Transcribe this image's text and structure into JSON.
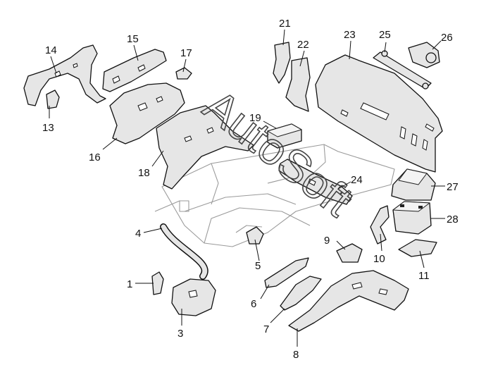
{
  "diagram": {
    "watermark": "AutoSoft",
    "callouts": [
      {
        "id": "1",
        "label": "1"
      },
      {
        "id": "3",
        "label": "3"
      },
      {
        "id": "4",
        "label": "4"
      },
      {
        "id": "5",
        "label": "5"
      },
      {
        "id": "6",
        "label": "6"
      },
      {
        "id": "7",
        "label": "7"
      },
      {
        "id": "8",
        "label": "8"
      },
      {
        "id": "9",
        "label": "9"
      },
      {
        "id": "10",
        "label": "10"
      },
      {
        "id": "11",
        "label": "11"
      },
      {
        "id": "13",
        "label": "13"
      },
      {
        "id": "14",
        "label": "14"
      },
      {
        "id": "15",
        "label": "15"
      },
      {
        "id": "16",
        "label": "16"
      },
      {
        "id": "17",
        "label": "17"
      },
      {
        "id": "18",
        "label": "18"
      },
      {
        "id": "19",
        "label": "19"
      },
      {
        "id": "21",
        "label": "21"
      },
      {
        "id": "22",
        "label": "22"
      },
      {
        "id": "23",
        "label": "23"
      },
      {
        "id": "24",
        "label": "24"
      },
      {
        "id": "25",
        "label": "25"
      },
      {
        "id": "26",
        "label": "26"
      },
      {
        "id": "27",
        "label": "27"
      },
      {
        "id": "28",
        "label": "28"
      }
    ]
  }
}
